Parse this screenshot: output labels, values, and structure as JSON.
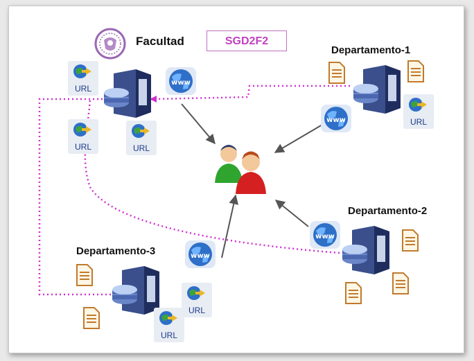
{
  "diagram": {
    "nodes": {
      "facultad": {
        "label": "Facultad",
        "badge": "SGD2F2"
      },
      "departamento1": {
        "label": "Departamento-1"
      },
      "departamento2": {
        "label": "Departamento-2"
      },
      "departamento3": {
        "label": "Departamento-3"
      }
    },
    "url_text": "URL",
    "colors": {
      "dotted_link": "#d030d0",
      "arrow": "#555555",
      "server": "#3a4f8c",
      "globe": "#2e6fc8",
      "badge_text": "#c040c0",
      "badge_border": "#c070c0",
      "document": "#c07a2c",
      "user_green": "#2fa52f",
      "user_red": "#d42020"
    },
    "icons": [
      "emblem-icon",
      "server-icon",
      "www-globe-icon",
      "url-link-icon",
      "document-icon",
      "users-icon"
    ],
    "edges": [
      {
        "from": "facultad",
        "to": "users",
        "style": "arrow"
      },
      {
        "from": "departamento1",
        "to": "users",
        "style": "arrow"
      },
      {
        "from": "departamento2",
        "to": "users",
        "style": "arrow"
      },
      {
        "from": "departamento3",
        "to": "users",
        "style": "arrow"
      },
      {
        "from": "departamento1",
        "to": "facultad",
        "style": "dotted"
      },
      {
        "from": "departamento2",
        "to": "facultad",
        "style": "dotted"
      },
      {
        "from": "departamento3",
        "to": "facultad",
        "style": "dotted"
      }
    ]
  }
}
